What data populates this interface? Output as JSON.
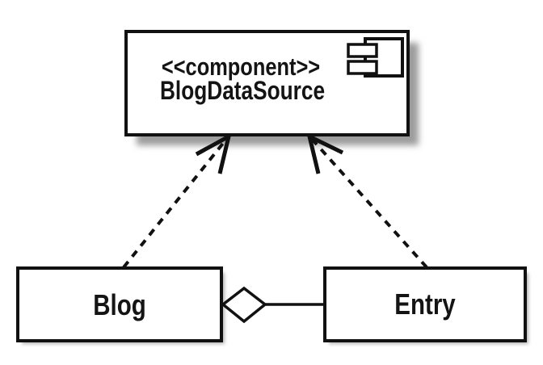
{
  "diagram": {
    "kind": "uml-component-diagram",
    "colors": {
      "background": "#ffffff",
      "stroke": "#111111",
      "fill": "#ffffff",
      "text": "#141414",
      "shadow": "#9c9c9c",
      "soft_shadow": "#b5b5b5"
    },
    "component": {
      "stereotype": "<<component>>",
      "name": "BlogDataSource",
      "icon": "component-icon"
    },
    "classes": [
      {
        "name": "Blog"
      },
      {
        "name": "Entry"
      }
    ],
    "relationships": [
      {
        "from": "Blog",
        "to": "BlogDataSource",
        "type": "dependency",
        "line": "dashed",
        "arrowhead": "open"
      },
      {
        "from": "Entry",
        "to": "BlogDataSource",
        "type": "dependency",
        "line": "dashed",
        "arrowhead": "open"
      },
      {
        "from": "Blog",
        "to": "Entry",
        "type": "aggregation",
        "line": "solid",
        "arrowhead": "hollow-diamond"
      }
    ]
  }
}
